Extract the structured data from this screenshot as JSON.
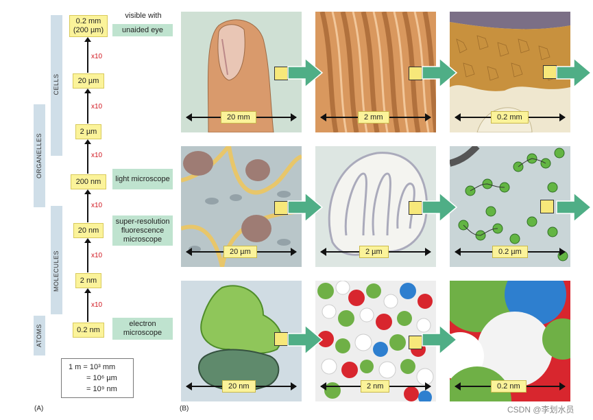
{
  "scale_ladder": {
    "bands": {
      "cells": "CELLS",
      "organelles": "ORGANELLES",
      "molecules": "MOLECULES",
      "atoms": "ATOMS"
    },
    "steps": [
      {
        "line1": "0.2 mm",
        "line2": "(200 µm)"
      },
      {
        "line1": "20 µm"
      },
      {
        "line1": "2 µm"
      },
      {
        "line1": "200 nm"
      },
      {
        "line1": "20 nm"
      },
      {
        "line1": "2 nm"
      },
      {
        "line1": "0.2 nm"
      }
    ],
    "multiplier": "x10",
    "visible_with_header": "visible with",
    "methods": {
      "eye": "unaided eye",
      "light": "light microscope",
      "superres": "super-resolution fluorescence microscope",
      "electron": "electron microscope"
    }
  },
  "conversion": {
    "line1": "1 m  = 10³ mm",
    "line2": "= 10⁶ µm",
    "line3": "= 10⁹ nm"
  },
  "captions": {
    "a": "(A)",
    "b": "(B)"
  },
  "panels": [
    {
      "scale": "20 mm",
      "scene": "thumb"
    },
    {
      "scale": "2 mm",
      "scene": "skin-ridges"
    },
    {
      "scale": "0.2 mm",
      "scene": "skin-cells"
    },
    {
      "scale": "20 µm",
      "scene": "cells-organelles"
    },
    {
      "scale": "2 µm",
      "scene": "mitochondrion"
    },
    {
      "scale": "0.2 µm",
      "scene": "ribosomes"
    },
    {
      "scale": "20 nm",
      "scene": "protein"
    },
    {
      "scale": "2 nm",
      "scene": "atoms-model"
    },
    {
      "scale": "0.2 nm",
      "scene": "atoms-closeup"
    }
  ],
  "watermark": "CSDN @李划水员",
  "colors": {
    "band": "#cfdee8",
    "scale_box": "#fbf39a",
    "method_label": "#bfe3cf",
    "multiplier": "#d0141d",
    "zoom_arrow": "#4fae86"
  }
}
